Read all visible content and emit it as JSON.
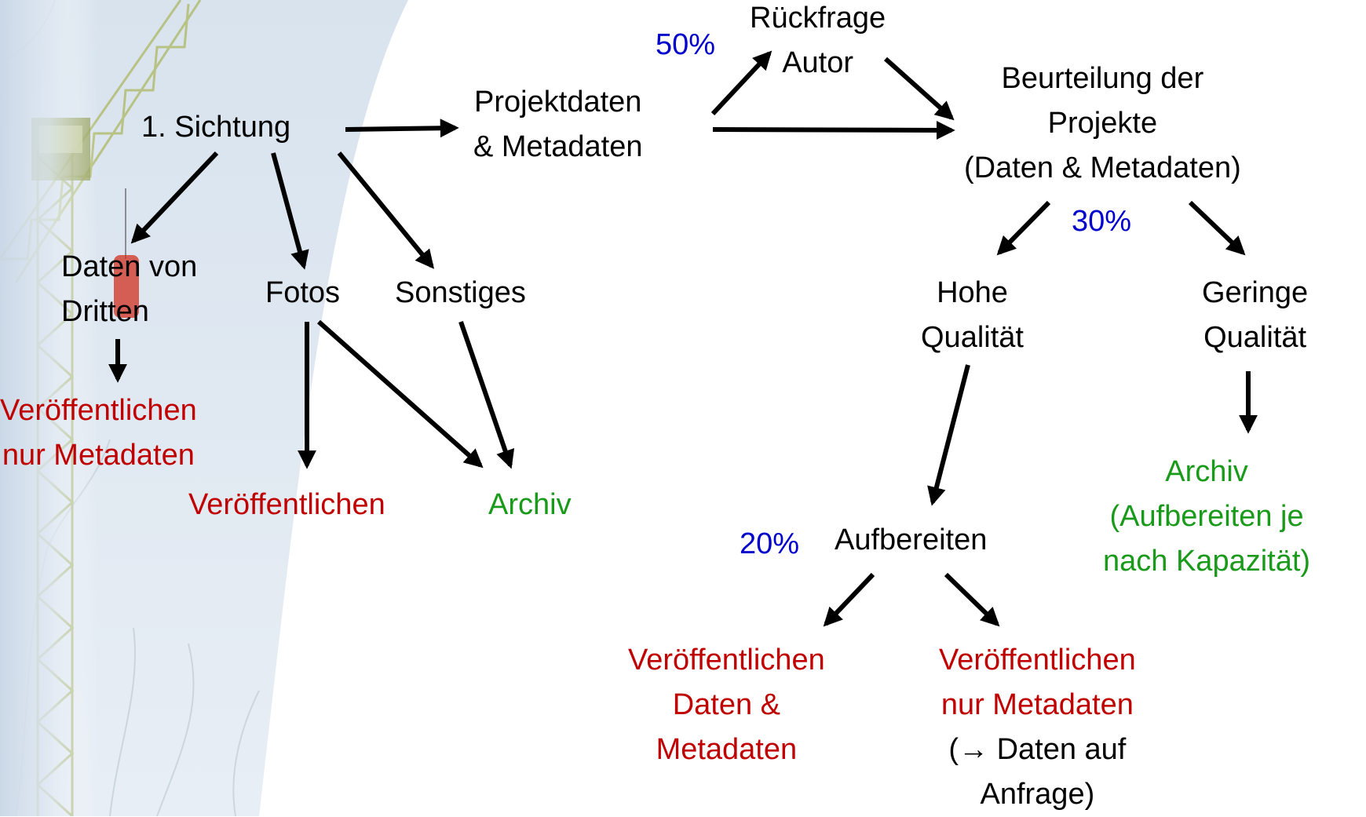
{
  "colors": {
    "text": "#000000",
    "publish": "#c00000",
    "archive": "#1a9a1a",
    "percent": "#0000cc",
    "arrow": "#000000"
  },
  "background": {
    "description_icon": "crane-photo-fading-to-sky",
    "sky_color": "#dfe8f2",
    "crane_color": "#9aaa5a",
    "cabin_color": "#d03020"
  },
  "labels": {
    "sichtung": "1. Sichtung",
    "projektdaten": [
      "Projektdaten",
      "& Metadaten"
    ],
    "rueckfrage": [
      "Rückfrage",
      "Autor"
    ],
    "beurteilung": [
      "Beurteilung der",
      "Projekte",
      "(Daten & Metadaten)"
    ],
    "daten_von_dritten": [
      "Daten von",
      "Dritten"
    ],
    "fotos": "Fotos",
    "sonstiges": "Sonstiges",
    "veroeff_nur_meta_left": [
      "Veröffentlichen",
      "nur Metadaten"
    ],
    "veroeff_fotos": "Veröffentlichen",
    "archiv_left": "Archiv",
    "hohe_qualitaet": [
      "Hohe",
      "Qualität"
    ],
    "geringe_qualitaet": [
      "Geringe",
      "Qualität"
    ],
    "archiv_right": [
      "Archiv",
      "(Aufbereiten je",
      "nach Kapazität)"
    ],
    "aufbereiten": "Aufbereiten",
    "veroeff_daten_meta": [
      "Veröffentlichen",
      "Daten &",
      "Metadaten"
    ],
    "veroeff_nur_meta_right": [
      "Veröffentlichen",
      "nur Metadaten",
      "(→ Daten auf",
      "Anfrage)"
    ]
  },
  "percentages": {
    "rueckfrage": "50%",
    "beurteilung": "30%",
    "aufbereiten": "20%"
  }
}
